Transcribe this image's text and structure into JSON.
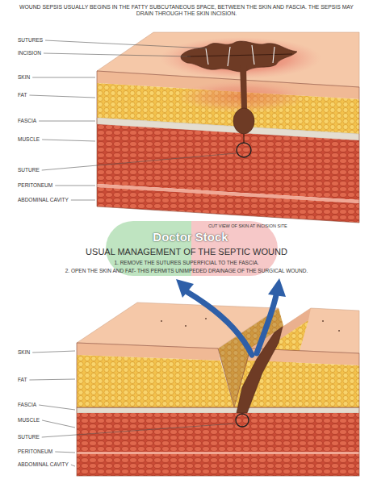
{
  "diagram": {
    "title": "WOUND SEPSIS USUALLY BEGINS IN THE FATTY SUBCUTANEOUS SPACE, BETWEEN THE SKIN AND FASCIA. THE SEPSIS MAY DRAIN THROUGH THE SKIN INCISION.",
    "labels": [
      "SUTURES",
      "INCISION",
      "SKIN",
      "FAT",
      "FASCIA",
      "MUSCLE",
      "SUTURE",
      "PERITONEUM",
      "ABDOMINAL CAVITY",
      "Doctor Stock",
      "CUT VIEW OF SKIN AT INCISION SITE",
      "USUAL MANAGEMENT OF THE SEPTIC WOUND",
      "1. REMOVE THE SUTURES SUPERFICIAL TO THE FASCIA.",
      "2. OPEN THE SKIN AND FAT- THIS PERMITS UNIMPEDED DRAINAGE OF THE SURGICAL WOUND.",
      "SKIN",
      "FAT",
      "FASCIA",
      "MUSCLE",
      "SUTURE",
      "PERITONEUM",
      "ABDOMINAL CAVITY"
    ]
  }
}
